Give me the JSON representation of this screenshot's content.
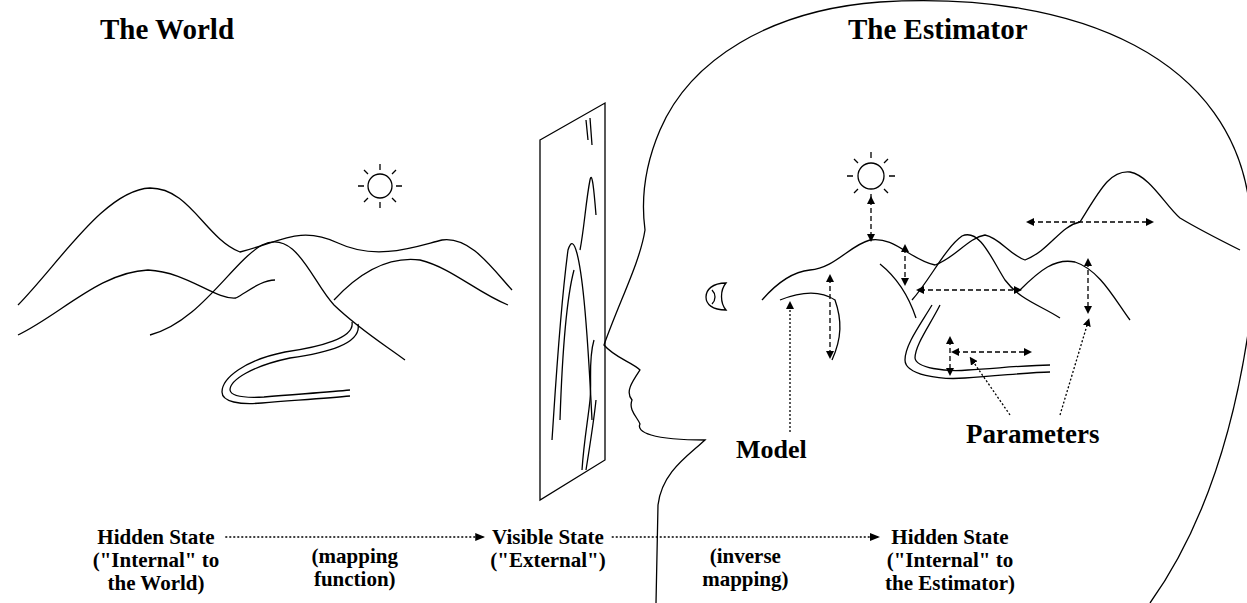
{
  "diagram": {
    "nodes": [
      {
        "text": [
          "Hidden State (\"Internal\" to the World)"
        ]
      },
      {
        "text": [
          "Visible State (\"External\")"
        ]
      },
      {
        "text": [
          "Hidden State (\"Internal\" to the Estimator)"
        ]
      }
    ],
    "edges": [
      {
        "from": 0,
        "to": 1,
        "label": "(mapping function)",
        "arrow": "to"
      },
      {
        "from": 1,
        "to": 2,
        "label": "(inverse mapping)",
        "arrow": "to"
      }
    ],
    "labels": [
      "The World",
      "The Estimator",
      "Model",
      "Parameters"
    ]
  }
}
